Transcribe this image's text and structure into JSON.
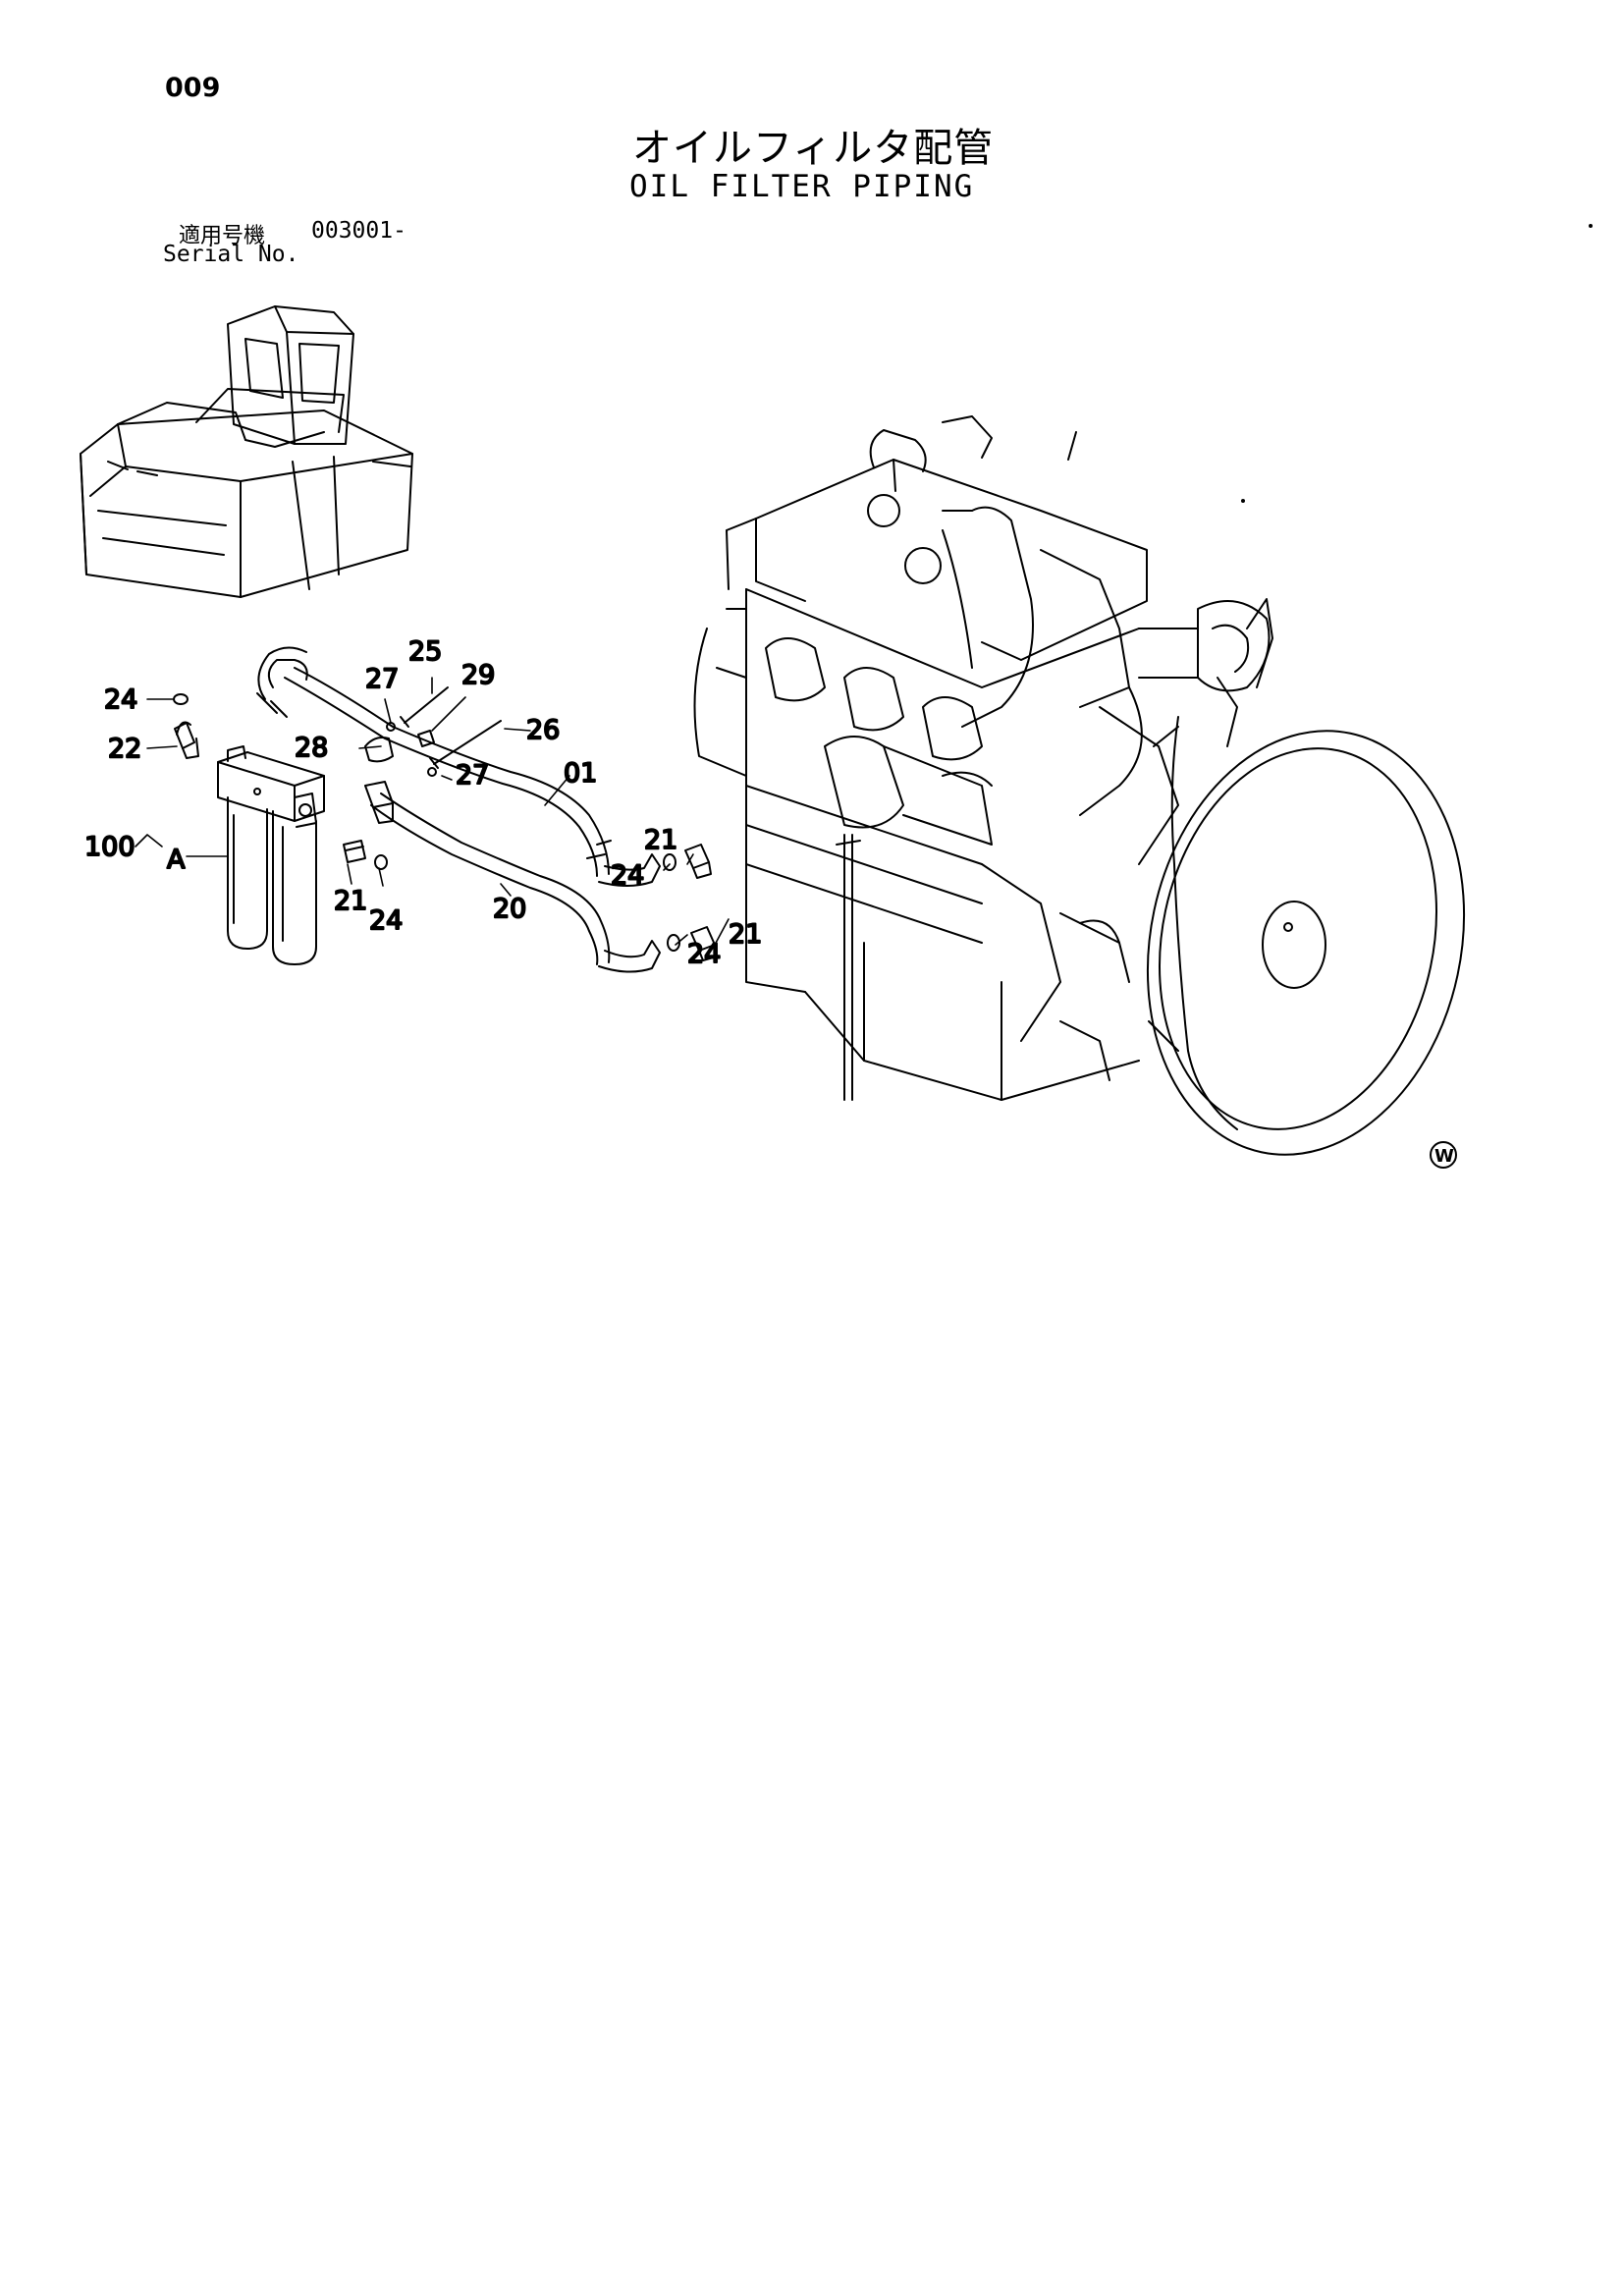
{
  "header": {
    "page_number": "009",
    "title_jp": "オイルフィルタ配管",
    "title_en": "OIL FILTER PIPING",
    "serial_label_jp": "適用号機",
    "serial_value": "003001-",
    "serial_label_en": "Serial No."
  },
  "callouts": {
    "c24a": "24",
    "c22": "22",
    "c100": "100",
    "cA": "A",
    "c27a": "27",
    "c25": "25",
    "c29": "29",
    "c26": "26",
    "c28": "28",
    "c27b": "27",
    "c01": "01",
    "c21a": "21",
    "c24b": "24",
    "c20": "20",
    "c24c": "24",
    "c21b": "21",
    "c21c": "21",
    "c24d": "24"
  },
  "watermark": "W"
}
